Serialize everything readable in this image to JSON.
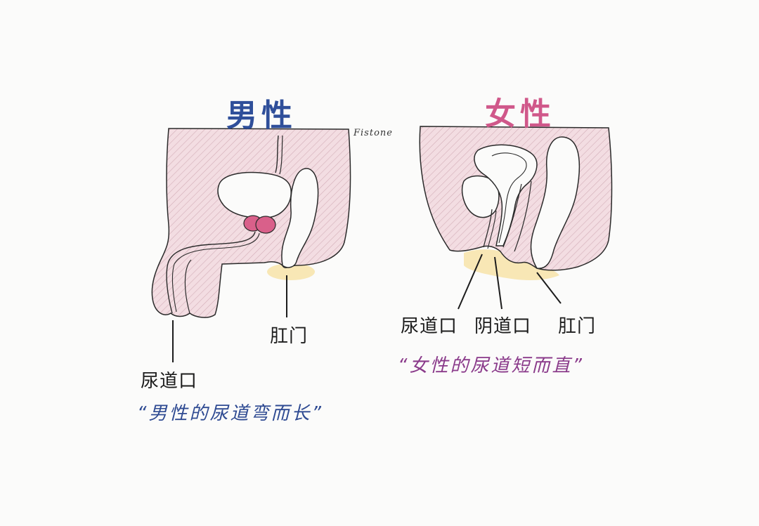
{
  "male": {
    "title": "男性",
    "labels": {
      "urethral_opening": "尿道口",
      "anus": "肛门"
    },
    "caption": "“男性的尿道弯而长”"
  },
  "female": {
    "title": "女性",
    "labels": {
      "urethral_opening": "尿道口",
      "vaginal_opening": "阴道口",
      "anus": "肛门"
    },
    "caption": "“女性的尿道短而直”"
  },
  "signature": "Fistone",
  "colors": {
    "male_title": "#2f4f9a",
    "female_title": "#d0588a",
    "male_caption": "#2e4a92",
    "female_caption": "#8a3a8a",
    "tissue_fill": "#f3dde2",
    "hatch": "#c9a2ad",
    "outline": "#2a2a2a",
    "organ_pink": "#d9608a",
    "highlight": "#f7e3a8"
  }
}
